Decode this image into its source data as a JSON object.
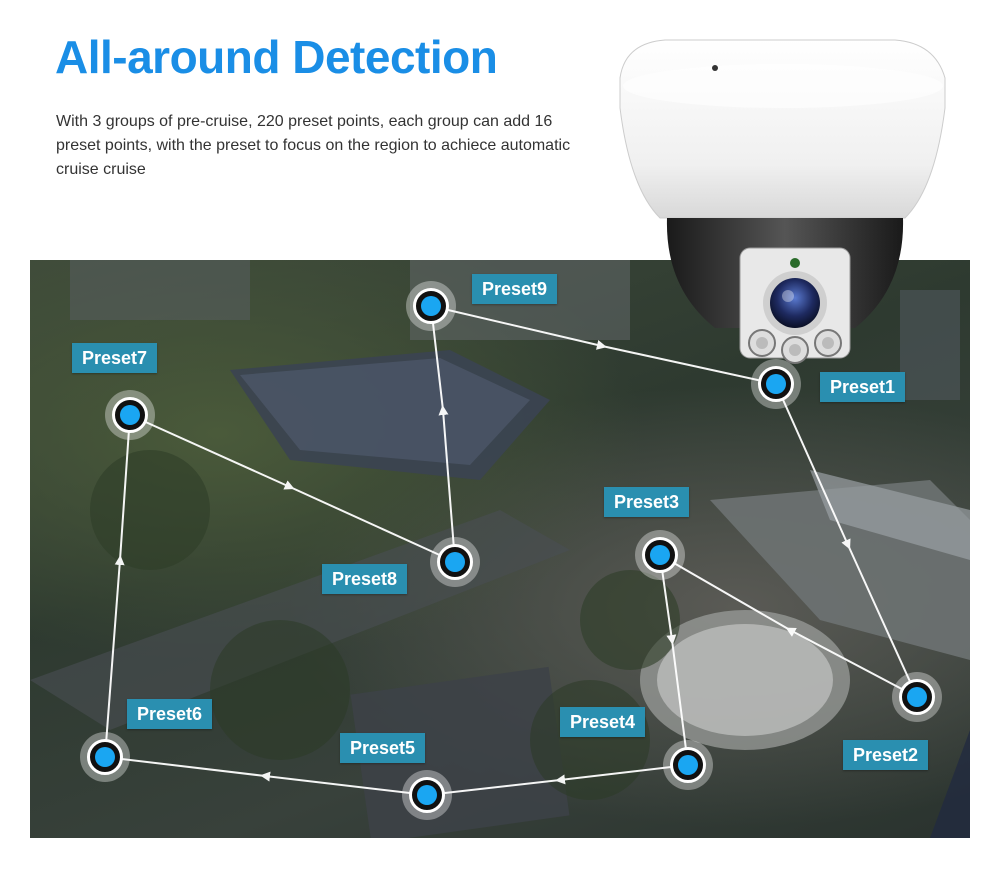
{
  "header": {
    "title": "All-around Detection",
    "description": "With 3 groups of pre-cruise, 220 preset points, each group can add 16 preset points, with the preset to focus  on the region to achiece automatic cruise cruise"
  },
  "presets": [
    {
      "id": "preset9",
      "label": "Preset9"
    },
    {
      "id": "preset7",
      "label": "Preset7"
    },
    {
      "id": "preset1",
      "label": "Preset1"
    },
    {
      "id": "preset3",
      "label": "Preset3"
    },
    {
      "id": "preset8",
      "label": "Preset8"
    },
    {
      "id": "preset6",
      "label": "Preset6"
    },
    {
      "id": "preset4",
      "label": "Preset4"
    },
    {
      "id": "preset5",
      "label": "Preset5"
    },
    {
      "id": "preset2",
      "label": "Preset2"
    }
  ],
  "colors": {
    "accent": "#1a8ee6",
    "label_bg": "#2a8fb0",
    "point_fill": "#1aa6f2"
  },
  "icons": {
    "camera": "ptz-dome-camera-icon"
  }
}
